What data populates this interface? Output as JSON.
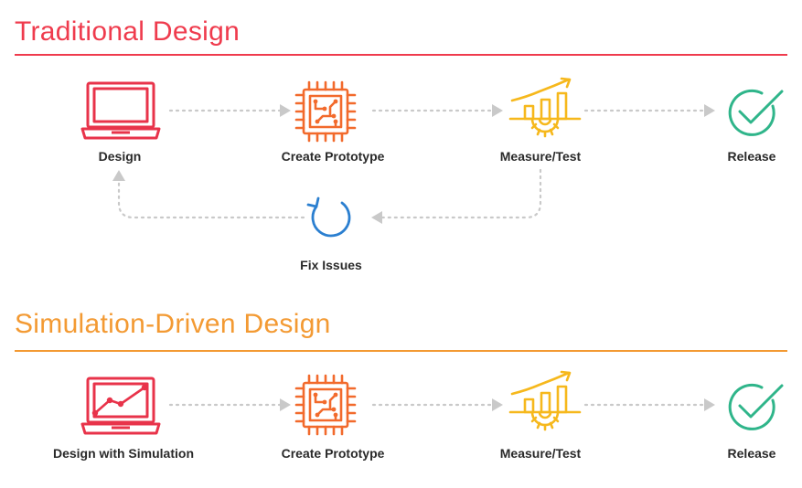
{
  "colors": {
    "traditional": "#ef3b4d",
    "simulation": "#f39a33",
    "design_icon": "#e8334a",
    "prototype_icon": "#f26a2c",
    "measure_icon": "#f6b81c",
    "release_icon": "#2fb58a",
    "fix_icon": "#2b7fd0",
    "connector": "#c9c9c9",
    "label_text": "#2a2a2a"
  },
  "traditional": {
    "title": "Traditional Design",
    "steps": [
      {
        "label": "Design",
        "icon": "laptop-icon"
      },
      {
        "label": "Create Prototype",
        "icon": "circuit-chip-icon"
      },
      {
        "label": "Measure/Test",
        "icon": "chart-gear-icon"
      },
      {
        "label": "Release",
        "icon": "checkmark-circle-icon"
      }
    ],
    "loop_step": {
      "label": "Fix Issues",
      "icon": "refresh-icon"
    }
  },
  "simulation": {
    "title": "Simulation-Driven Design",
    "steps": [
      {
        "label": "Design with Simulation",
        "icon": "laptop-graph-icon"
      },
      {
        "label": "Create Prototype",
        "icon": "circuit-chip-icon"
      },
      {
        "label": "Measure/Test",
        "icon": "chart-gear-icon"
      },
      {
        "label": "Release",
        "icon": "checkmark-circle-icon"
      }
    ]
  }
}
